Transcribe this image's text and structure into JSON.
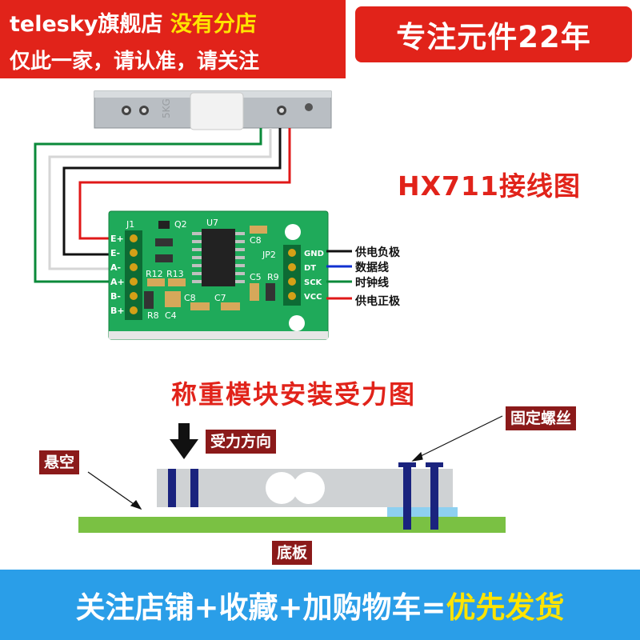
{
  "header": {
    "store_name": "telesky旗舰店",
    "store_no_branch": "没有分店",
    "notice": "仅此一家，请认准，请关注",
    "badge": "专注元件22年"
  },
  "wiring": {
    "title": "HX711接线图",
    "load_cell_mark": "5KG",
    "board_pins_left": [
      "E+",
      "E-",
      "A-",
      "A+",
      "B-",
      "B+"
    ],
    "board_pins_right": [
      "GND",
      "DT",
      "SCK",
      "VCC"
    ],
    "board_labels": {
      "j1": "J1",
      "q2": "Q2",
      "u7": "U7",
      "c8_top": "C8",
      "jp2": "JP2",
      "r12": "R12",
      "r13": "R13",
      "c5": "C5",
      "r9": "R9",
      "c8": "C8",
      "c7": "C7",
      "r8": "R8",
      "c4": "C4"
    },
    "pin_labels": {
      "gnd": "供电负极",
      "dt": "数据线",
      "sck": "时钟线",
      "vcc": "供电正极"
    },
    "wire_colors": {
      "red": "#e01818",
      "black": "#111111",
      "white": "#dcdcdc",
      "green": "#0a8a3a",
      "blue": "#1030d0"
    }
  },
  "mounting": {
    "title": "称重模块安装受力图",
    "force_direction": "受力方向",
    "fixing_screw": "固定螺丝",
    "suspended": "悬空",
    "base_plate": "底板"
  },
  "footer": {
    "text_main": "关注店铺+收藏+加购物车=",
    "text_highlight": "优先发货"
  },
  "colors": {
    "brand_red": "#e1231a",
    "callout": "#8b1a1a",
    "footer_blue": "#2a9ee8",
    "highlight_yellow": "#ffe400",
    "pcb_green": "#1faa5a",
    "base_green": "#7ac143",
    "screw_navy": "#1a237e"
  }
}
